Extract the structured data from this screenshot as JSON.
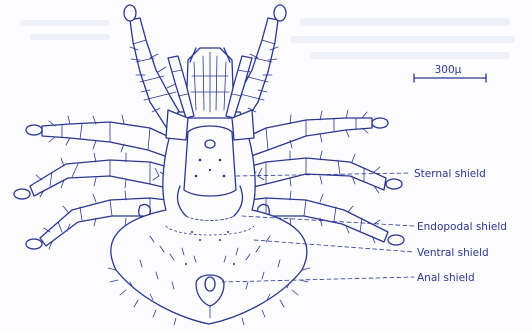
{
  "figure": {
    "scale_bar_label": "300µ",
    "labels": {
      "sternal": "Sternal shield",
      "endopodal": "Endopodal shield",
      "ventral": "Ventral shield",
      "anal": "Anal shield"
    }
  },
  "colors": {
    "ink": "#2a3790",
    "paper": "#fcfcfe"
  }
}
